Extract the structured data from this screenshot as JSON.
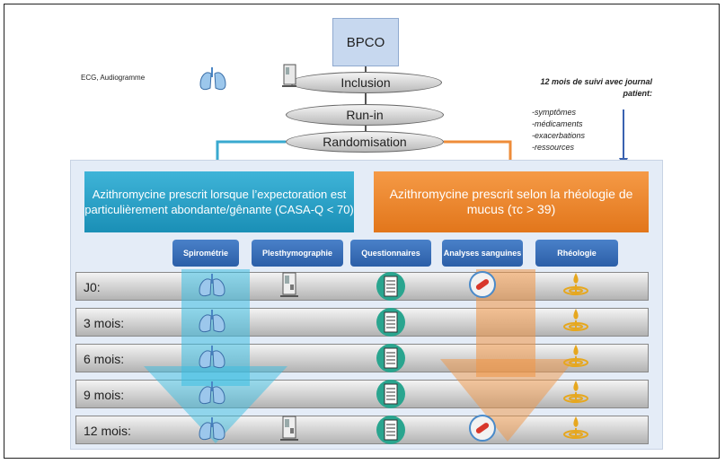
{
  "top": {
    "bpco": "BPCO",
    "steps": [
      "Inclusion",
      "Run-in",
      "Randomisation"
    ],
    "ecg_label": "ECG, Audiogramme"
  },
  "follow_up": {
    "title": "12 mois de suivi avec journal patient:",
    "items": [
      "-symptômes",
      "-médicaments",
      "-exacerbations",
      "-ressources"
    ]
  },
  "arms": {
    "a": "Azithromycine prescrit lorsque l’expectoration est particulièrement abondante/gênante (CASA-Q < 70)",
    "b": "Azithromycine prescrit selon la rhéologie de mucus (τc > 39)"
  },
  "tests": [
    "Spirométrie",
    "Plesthymographie",
    "Questionnaires",
    "Analyses sanguines",
    "Rhéologie"
  ],
  "timepoints": [
    "J0:",
    "3 mois:",
    "6 mois:",
    "9 mois:",
    "12 mois:"
  ],
  "colors": {
    "teal_arm": "#1a8fb6",
    "orange_arm": "#e2761b",
    "bpco_box": "#c7d8ef",
    "panel": "#e4ecf7",
    "test_button": "#2b5ea7"
  },
  "icons": {
    "spirometry": "lungs-icon",
    "plethysmography": "plethysmograph-icon",
    "questionnaire": "questionnaire-icon",
    "blood_test": "blood-tube-icon",
    "rheology": "rheology-drop-icon"
  }
}
